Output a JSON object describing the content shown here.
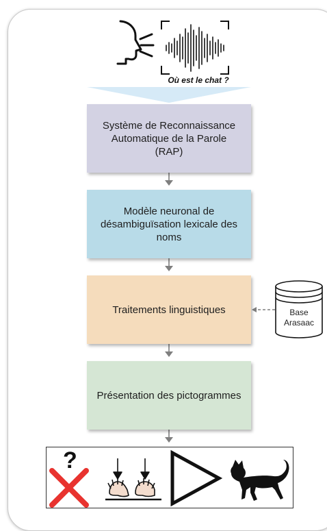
{
  "speech": {
    "caption": "Où est le chat ?"
  },
  "steps": [
    {
      "label": "Système de Reconnaissance Automatique de la Parole (RAP)"
    },
    {
      "label": "Modèle neuronal de désambiguïsation lexicale des noms"
    },
    {
      "label": "Traitements linguistiques"
    },
    {
      "label": "Présentation des pictogrammes"
    }
  ],
  "database": {
    "label": "Base Arasaac"
  },
  "pictograms": [
    {
      "icon": "question-cross-icon"
    },
    {
      "icon": "hands-pointing-down-icon"
    },
    {
      "icon": "play-triangle-icon"
    },
    {
      "icon": "black-cat-icon"
    }
  ],
  "colors": {
    "step1": "#d3d2e3",
    "step2": "#b8dbe8",
    "step3": "#f5dcbc",
    "step4": "#d5e6d4",
    "arrow": "#7f7f7f",
    "cross": "#e8332f"
  }
}
